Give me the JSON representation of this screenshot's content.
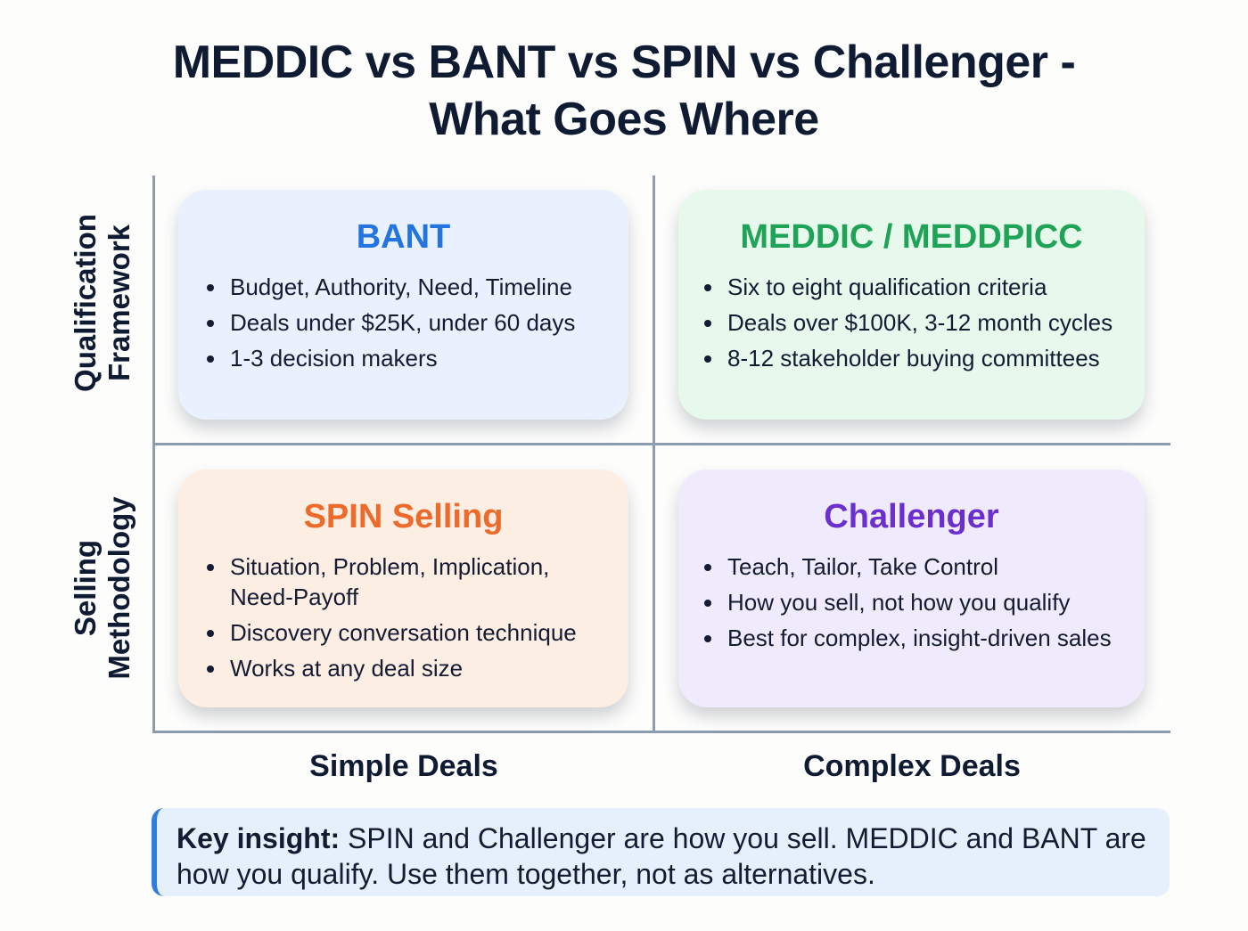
{
  "title": {
    "line1": "MEDDIC vs BANT vs SPIN vs Challenger -",
    "line2": "What Goes Where"
  },
  "axes": {
    "y": [
      {
        "line1": "Qualification",
        "line2": "Framework"
      },
      {
        "line1": "Selling",
        "line2": "Methodology"
      }
    ],
    "x": [
      "Simple Deals",
      "Complex Deals"
    ]
  },
  "quadrants": [
    {
      "title": "BANT",
      "title_color": "#2474e0",
      "background": "#e8f1fd",
      "bullets": [
        "Budget, Authority, Need, Timeline",
        "Deals under $25K, under 60 days",
        "1-3 decision makers"
      ]
    },
    {
      "title": "MEDDIC / MEDDPICC",
      "title_color": "#1fa356",
      "background": "#e7f8ec",
      "bullets": [
        "Six to eight qualification criteria",
        "Deals over $100K, 3-12 month cycles",
        "8-12 stakeholder buying committees"
      ]
    },
    {
      "title": "SPIN Selling",
      "title_color": "#ee6a2b",
      "background": "#fdeee3",
      "bullets": [
        "Situation, Problem, Implication, Need-Payoff",
        "Discovery conversation technique",
        "Works at any deal size"
      ]
    },
    {
      "title": "Challenger",
      "title_color": "#6c2fcf",
      "background": "#efebfc",
      "bullets": [
        "Teach, Tailor, Take Control",
        "How you sell, not how you qualify",
        "Best for complex, insight-driven sales"
      ]
    }
  ],
  "insight": {
    "label": "Key insight:",
    "text": " SPIN and Challenger are how you sell. MEDDIC and BANT are how you qualify. Use them together, not as alternatives.",
    "accent": "#2f7de1"
  }
}
